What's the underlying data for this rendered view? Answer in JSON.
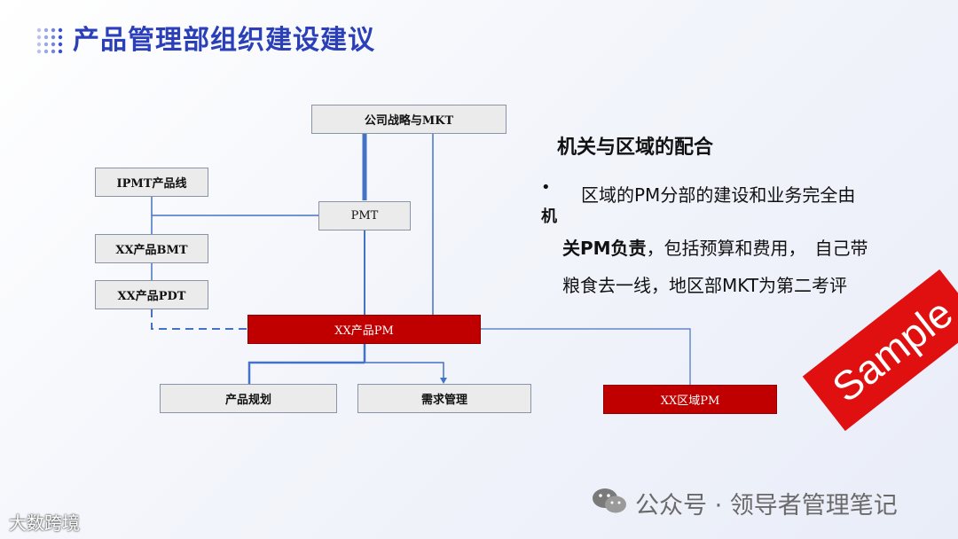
{
  "title": "产品管理部组织建设建议",
  "diagram": {
    "nodes": {
      "strategy": "公司战略与MKT",
      "ipmt": "IPMT产品线",
      "pmt": "PMT",
      "bmt": "XX产品BMT",
      "pdt": "XX产品PDT",
      "pm": "XX产品PM",
      "planning": "产品规划",
      "requirements": "需求管理",
      "region_pm": "XX区域PM"
    },
    "colors": {
      "red": "#c00000",
      "line": "#4472c4",
      "grey": "#ebebeb"
    }
  },
  "right": {
    "heading": "机关与区域的配合",
    "bullet": "•",
    "line1": "区域的PM分部的建设和业务完全由",
    "line2": "机",
    "line3_bold": "关PM负责",
    "line3_rest": "，包括预算和费用，　自己带",
    "line4": "粮食去一线，地区部MKT为第二考评"
  },
  "stamp": "Sample",
  "watermark": {
    "wechat_icon": "wechat-icon",
    "text": "公众号 · 领导者管理笔记",
    "corner": "大数跨境"
  }
}
